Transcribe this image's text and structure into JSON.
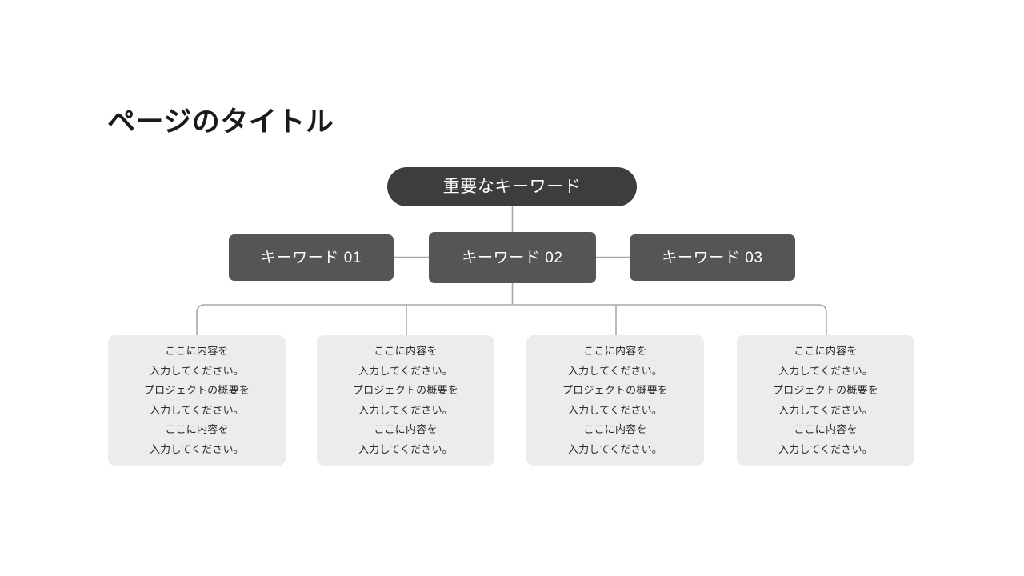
{
  "page": {
    "title": "ページのタイトル",
    "background_color": "#ffffff"
  },
  "diagram": {
    "type": "org-chart",
    "connector_color": "#a8a8a8",
    "root": {
      "label": "重要なキーワード",
      "color": "#3d3d3d",
      "text_color": "#ffffff"
    },
    "keywords": [
      {
        "label": "キーワード 01",
        "color": "#555555",
        "text_color": "#ffffff"
      },
      {
        "label": "キーワード 02",
        "color": "#555555",
        "text_color": "#ffffff"
      },
      {
        "label": "キーワード 03",
        "color": "#555555",
        "text_color": "#ffffff"
      }
    ],
    "cards": [
      {
        "text": "ここに内容を\n入力してください。\nプロジェクトの概要を\n入力してください。\nここに内容を\n入力してください。",
        "color": "#ececec",
        "text_color": "#2b2b2b"
      },
      {
        "text": "ここに内容を\n入力してください。\nプロジェクトの概要を\n入力してください。\nここに内容を\n入力してください。",
        "color": "#ececec",
        "text_color": "#2b2b2b"
      },
      {
        "text": "ここに内容を\n入力してください。\nプロジェクトの概要を\n入力してください。\nここに内容を\n入力してください。",
        "color": "#ececec",
        "text_color": "#2b2b2b"
      },
      {
        "text": "ここに内容を\n入力してください。\nプロジェクトの概要を\n入力してください。\nここに内容を\n入力してください。",
        "color": "#ececec",
        "text_color": "#2b2b2b"
      }
    ]
  }
}
